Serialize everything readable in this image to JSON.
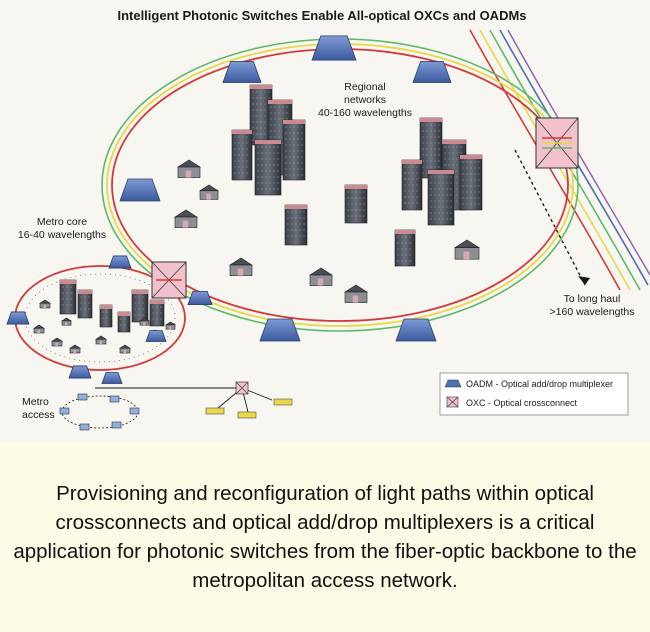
{
  "title": "Intelligent Photonic Switches Enable All-optical OXCs and OADMs",
  "labels": {
    "regional_1": "Regional",
    "regional_2": "networks",
    "regional_3": "40-160 wavelengths",
    "metro_core_1": "Metro core",
    "metro_core_2": "16-40 wavelengths",
    "long_haul_1": "To long haul",
    "long_haul_2": ">160 wavelengths",
    "metro_access_1": "Metro",
    "metro_access_2": "access"
  },
  "legend": {
    "oadm": "OADM - Optical add/drop multiplexer",
    "oxc": "OXC - Optical crossconnect"
  },
  "caption": "Provisioning and reconfiguration of light paths within optical crossconnects and optical add/drop multiplexers is a critical application for photonic switches from the fiber-optic backbone to the metropolitan access network.",
  "colors": {
    "ring_red": "#d23a3a",
    "ring_yellow": "#e8d84a",
    "ring_green": "#5fb86a",
    "node_blue": "#4e6fb3",
    "oxc_pink": "#f2c2cc",
    "caption_bg": "#fdfae6"
  }
}
